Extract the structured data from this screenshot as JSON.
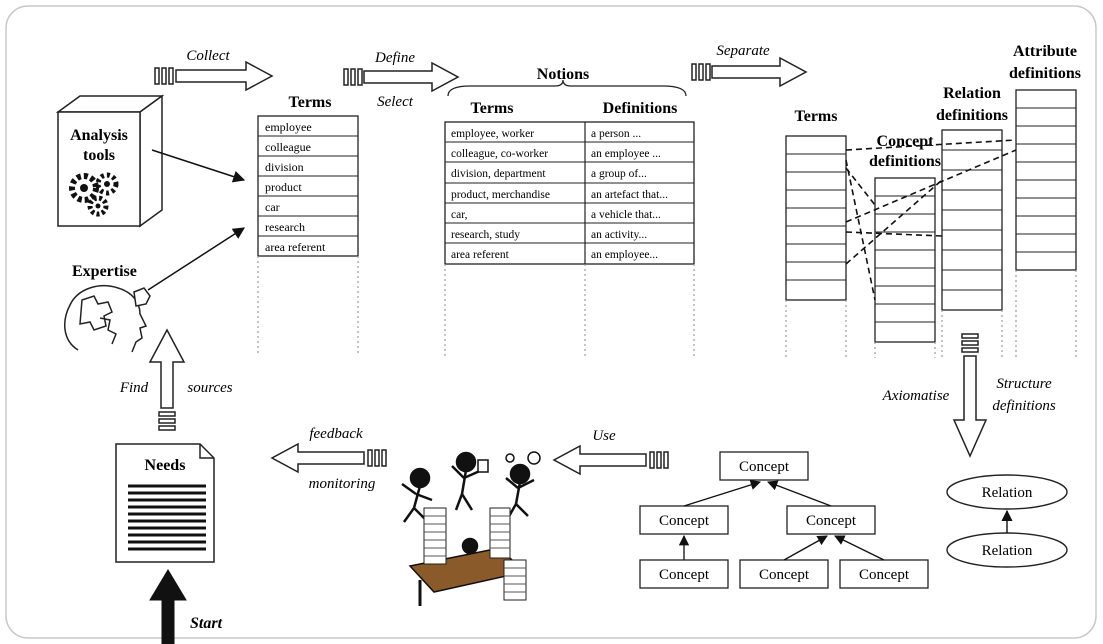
{
  "tools_label": [
    "Analysis",
    "tools"
  ],
  "expertise_label": "Expertise",
  "needs_label": "Needs",
  "start_label": "Start",
  "arrows": {
    "collect": "Collect",
    "define": "Define",
    "select": "Select",
    "separate": "Separate",
    "find": "Find",
    "sources": "sources",
    "feedback": "feedback",
    "monitoring": "monitoring",
    "use": "Use",
    "axiomatise": "Axiomatise",
    "structure": [
      "Structure",
      "definitions"
    ]
  },
  "terms_list": {
    "title": "Terms",
    "items": [
      "employee",
      "colleague",
      "division",
      "product",
      "car",
      "research",
      "area referent"
    ]
  },
  "notions": {
    "title": "Notions",
    "col_terms": "Terms",
    "col_definitions": "Definitions",
    "rows": [
      {
        "term": "employee, worker",
        "def": "a person ..."
      },
      {
        "term": "colleague, co-worker",
        "def": "an employee ..."
      },
      {
        "term": "division, department",
        "def": "a group of..."
      },
      {
        "term": "product, merchandise",
        "def": "an artefact that..."
      },
      {
        "term": "car,",
        "def": "a vehicle that..."
      },
      {
        "term": "research, study",
        "def": "an activity..."
      },
      {
        "term": "area referent",
        "def": "an employee..."
      }
    ]
  },
  "separated": {
    "terms": "Terms",
    "concept": [
      "Concept",
      "definitions"
    ],
    "relation": [
      "Relation",
      "definitions"
    ],
    "attribute": [
      "Attribute",
      "definitions"
    ]
  },
  "concept_tree": {
    "root": "Concept",
    "mid_left": "Concept",
    "mid_right": "Concept",
    "leaf_1": "Concept",
    "leaf_2": "Concept",
    "leaf_3": "Concept"
  },
  "relation_tree": {
    "top": "Relation",
    "bottom": "Relation"
  }
}
